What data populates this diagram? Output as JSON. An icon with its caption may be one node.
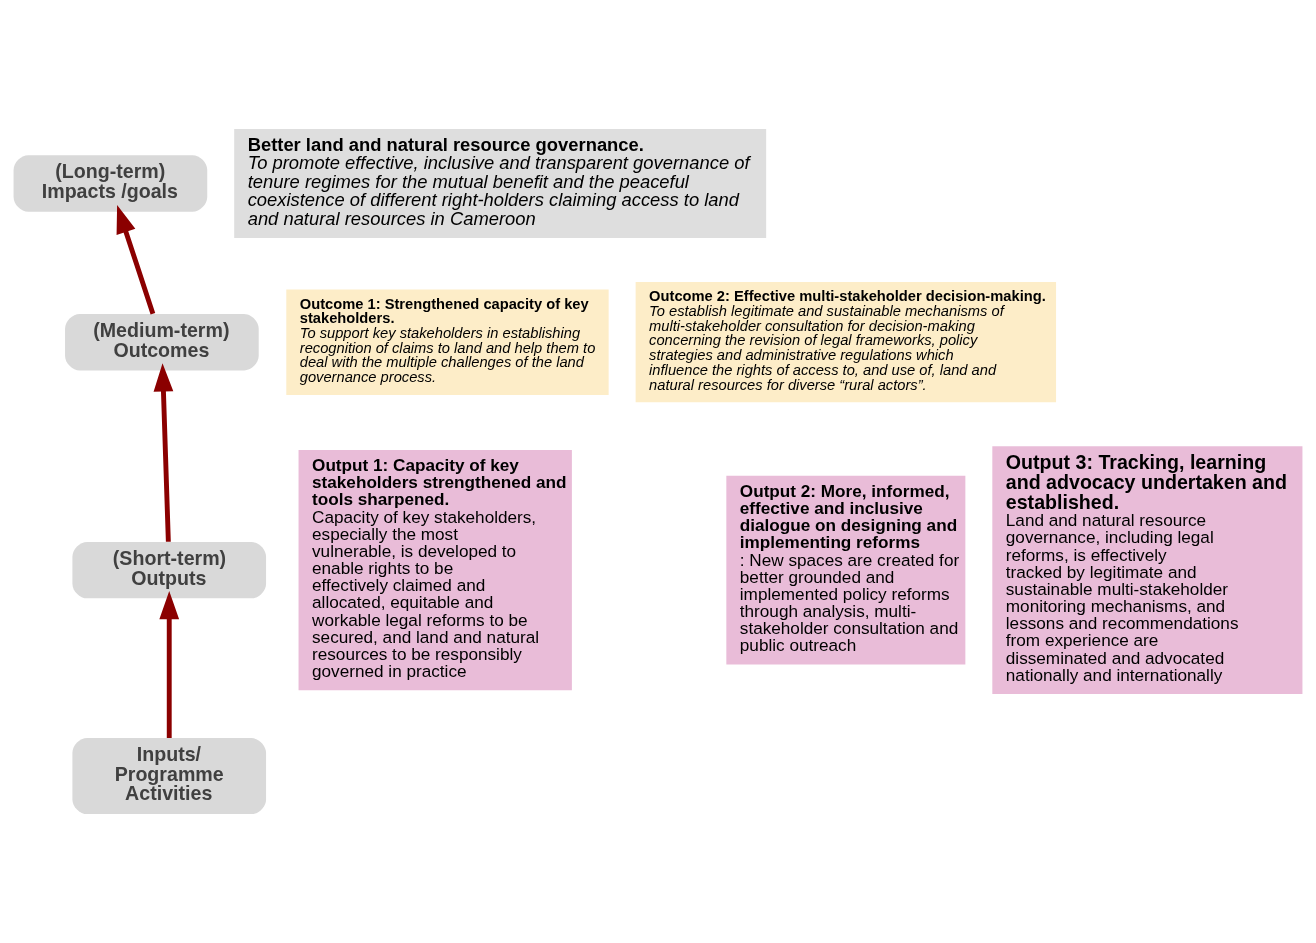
{
  "diagram": {
    "nodes": [
      {
        "text": [
          "(Long-term) Impacts /goals"
        ]
      },
      {
        "text": [
          "(Medium-term) Outcomes"
        ]
      },
      {
        "text": [
          "(Short-term) Outputs"
        ]
      },
      {
        "text": [
          "Inputs/ Programme Activities"
        ]
      },
      {
        "text": [
          "Better land and natural resource governance.",
          "To promote effective, inclusive and transparent governance of tenure regimes for the mutual benefit and the peaceful coexistence of different right-holders claiming access to land and natural resources in Cameroon"
        ]
      },
      {
        "text": [
          "Outcome 1: Strengthened capacity of key stakeholders.",
          "To support key stakeholders in establishing recognition of claims to land and help them to deal with the multiple challenges of the land governance process."
        ]
      },
      {
        "text": [
          "Outcome 2: Effective multi-stakeholder decision-making.",
          "To establish legitimate and sustainable mechanisms of multi-stakeholder consultation for decision-making concerning the revision of legal frameworks, policy strategies and administrative regulations which influence the rights of access to, and use of, land and natural resources for diverse “rural actors”."
        ]
      },
      {
        "text": [
          "Output 1: Capacity of key stakeholders strengthened and tools sharpened.",
          "Capacity of key stakeholders, especially the most vulnerable, is developed to enable rights to be effectively claimed and allocated, equitable and workable legal reforms to be secured, and land and natural resources to be responsibly governed in practice"
        ]
      },
      {
        "text": [
          "Output 2: More, informed, effective and inclusive dialogue on designing and implementing reforms",
          ": New spaces are created for better grounded and implemented policy reforms through analysis, multi-stakeholder consultation and public outreach"
        ]
      },
      {
        "text": [
          "Output 3: Tracking, learning and advocacy undertaken and established.",
          "Land and natural resource governance, including legal reforms, is effectively tracked by legitimate and sustainable multi-stakeholder monitoring mechanisms, and lessons and recommendations from experience are disseminated and advocated nationally and internationally"
        ]
      }
    ],
    "edges": [
      {
        "from": 3,
        "to": 2,
        "arrow": "to"
      },
      {
        "from": 2,
        "to": 1,
        "arrow": "to"
      },
      {
        "from": 1,
        "to": 0,
        "arrow": "to"
      }
    ]
  }
}
